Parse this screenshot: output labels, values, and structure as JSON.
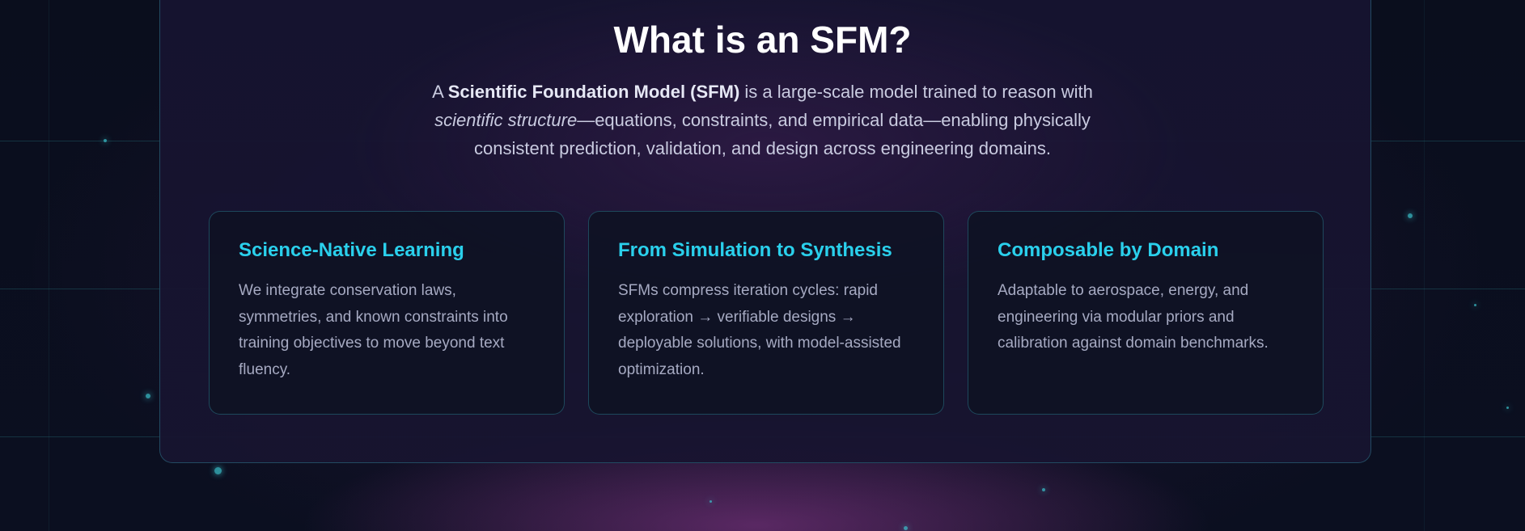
{
  "header": {
    "title": "What is an SFM?"
  },
  "intro": {
    "lead": "A ",
    "term": "Scientific Foundation Model (SFM)",
    "mid": " is a large-scale model trained to reason with ",
    "emphasis": "scientific structure",
    "rest": "—equations, constraints, and empirical data—enabling physically consistent prediction, validation, and design across engineering domains."
  },
  "cards": [
    {
      "title": "Science-Native Learning",
      "body": "We integrate conservation laws, symmetries, and known constraints into training objectives to move beyond text fluency."
    },
    {
      "title": "From Simulation to Synthesis",
      "body": "SFMs compress iteration cycles: rapid exploration → verifiable designs → deployable solutions, with model-assisted optimization."
    },
    {
      "title": "Composable by Domain",
      "body": "Adaptable to aerospace, energy, and engineering via modular priors and calibration against domain benchmarks."
    }
  ],
  "colors": {
    "accent": "#2ad0ec",
    "background": "#070b18",
    "panel": "#16142f",
    "card_border": "#286e82"
  }
}
